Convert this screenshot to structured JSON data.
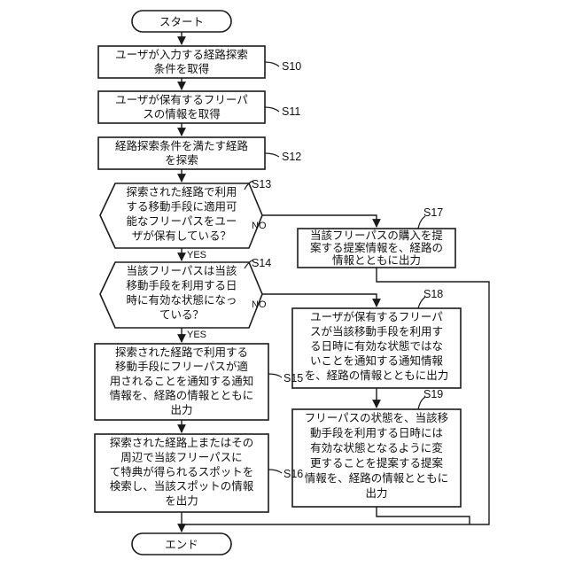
{
  "start": {
    "text": "スタート"
  },
  "end": {
    "text": "エンド"
  },
  "steps": {
    "s10": {
      "label": "S10",
      "lines": [
        "ユーザが入力する経路探索",
        "条件を取得"
      ]
    },
    "s11": {
      "label": "S11",
      "lines": [
        "ユーザが保有するフリーパ",
        "スの情報を取得"
      ]
    },
    "s12": {
      "label": "S12",
      "lines": [
        "経路探索条件を満たす経路",
        "を探索"
      ]
    },
    "s13": {
      "label": "S13",
      "lines": [
        "探索された経路で利用",
        "する移動手段に適用可",
        "能なフリーパスをユー",
        "ザが保有している？"
      ]
    },
    "s14": {
      "label": "S14",
      "lines": [
        "当該フリーパスは当該",
        "移動手段を利用する日",
        "時に有効な状態になっ",
        "ている？"
      ]
    },
    "s15": {
      "label": "S15",
      "lines": [
        "探索された経路で利用する",
        "移動手段にフリーパスが適",
        "用されることを通知する通知",
        "情報を、経路の情報とともに",
        "出力"
      ]
    },
    "s16": {
      "label": "S16",
      "lines": [
        "探索された経路上またはその",
        "周辺で当該フリーパスに",
        "て特典が得られるスポットを",
        "検索し、当該スポットの情報",
        "を出力"
      ]
    },
    "s17": {
      "label": "S17",
      "lines": [
        "当該フリーパスの購入を提",
        "案する提案情報を、経路の",
        "情報とともに出力"
      ]
    },
    "s18": {
      "label": "S18",
      "lines": [
        "ユーザが保有するフリーパ",
        "スが当該移動手段を利用す",
        "る日時に有効な状態ではな",
        "いことを通知する通知情報",
        "を、経路の情報とともに出力"
      ]
    },
    "s19": {
      "label": "S19",
      "lines": [
        "フリーパスの状態を、当該移",
        "動手段を利用する日時には",
        "有効な状態となるように変",
        "更することを提案する提案",
        "情報を、経路の情報とともに",
        "出力"
      ]
    }
  },
  "branch_labels": {
    "s13_yes": "YES",
    "s13_no": "NO",
    "s14_yes": "YES",
    "s14_no": "NO"
  }
}
